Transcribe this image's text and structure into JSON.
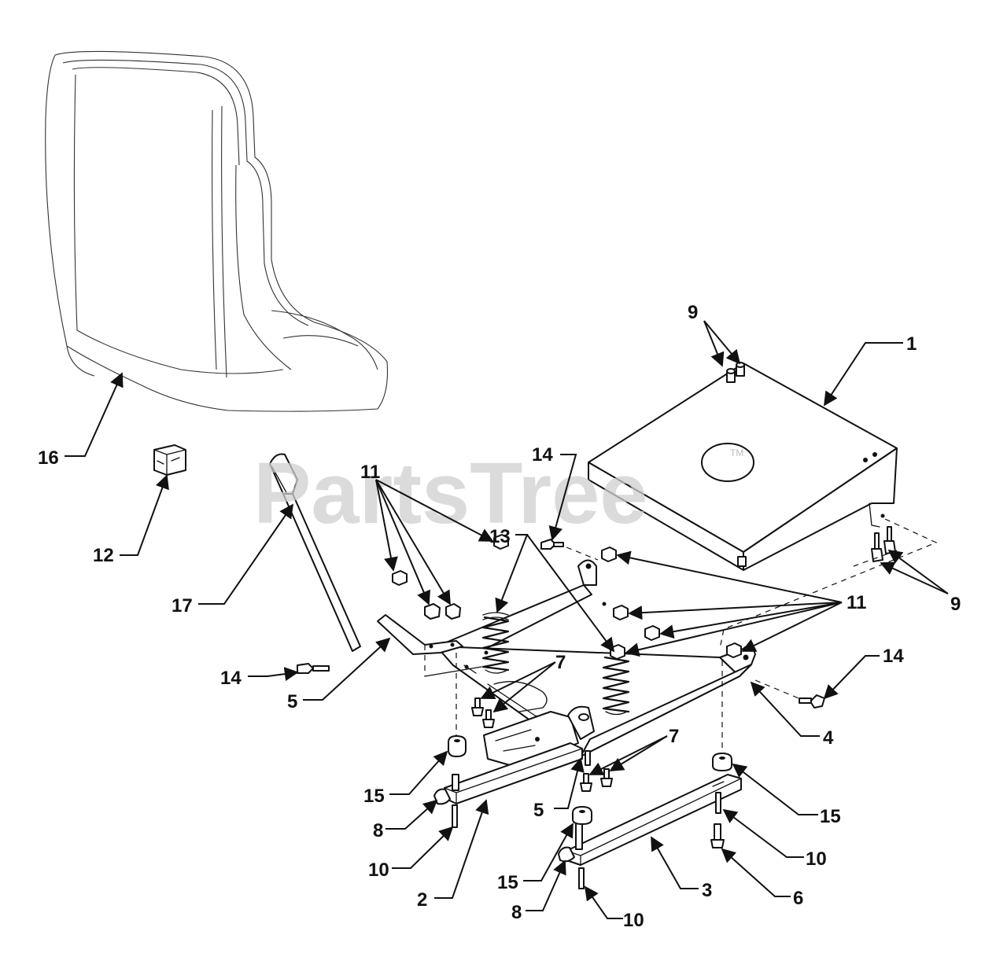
{
  "watermark": {
    "text": "PartsTree",
    "trademark": "TM"
  },
  "callouts": [
    {
      "id": "c1",
      "text": "1"
    },
    {
      "id": "c2",
      "text": "2"
    },
    {
      "id": "c3",
      "text": "3"
    },
    {
      "id": "c4",
      "text": "4"
    },
    {
      "id": "c5a",
      "text": "5"
    },
    {
      "id": "c5b",
      "text": "5"
    },
    {
      "id": "c6",
      "text": "6"
    },
    {
      "id": "c7a",
      "text": "7"
    },
    {
      "id": "c7b",
      "text": "7"
    },
    {
      "id": "c8a",
      "text": "8"
    },
    {
      "id": "c8b",
      "text": "8"
    },
    {
      "id": "c9a",
      "text": "9"
    },
    {
      "id": "c9b",
      "text": "9"
    },
    {
      "id": "c10a",
      "text": "10"
    },
    {
      "id": "c10b",
      "text": "10"
    },
    {
      "id": "c10c",
      "text": "10"
    },
    {
      "id": "c11a",
      "text": "11"
    },
    {
      "id": "c11b",
      "text": "11"
    },
    {
      "id": "c12",
      "text": "12"
    },
    {
      "id": "c13",
      "text": "13"
    },
    {
      "id": "c14a",
      "text": "14"
    },
    {
      "id": "c14b",
      "text": "14"
    },
    {
      "id": "c14c",
      "text": "14"
    },
    {
      "id": "c15a",
      "text": "15"
    },
    {
      "id": "c15b",
      "text": "15"
    },
    {
      "id": "c15c",
      "text": "15"
    },
    {
      "id": "c16",
      "text": "16"
    },
    {
      "id": "c17",
      "text": "17"
    }
  ]
}
